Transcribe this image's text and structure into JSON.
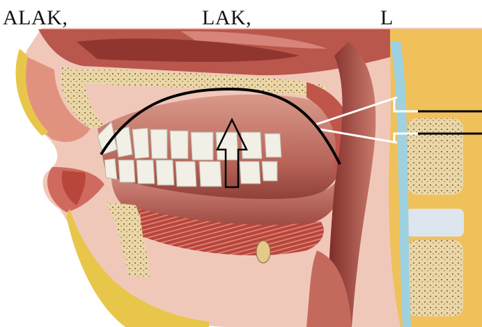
{
  "header": {
    "word_1": "ALAK,",
    "word_2": "LAK,",
    "word_3": "L"
  },
  "colors": {
    "background": "#ffffff",
    "tissue": "#c86e64",
    "tissue_dark": "#8a2f2a",
    "bone": "#e9d6a6",
    "fat": "#e8c64a",
    "muscle": "#b8463b",
    "teeth": "#f1efe6",
    "annotation": "#000000",
    "pointer": "#ffffff"
  },
  "icons": {
    "up_arrow": "up-arrow-icon"
  }
}
